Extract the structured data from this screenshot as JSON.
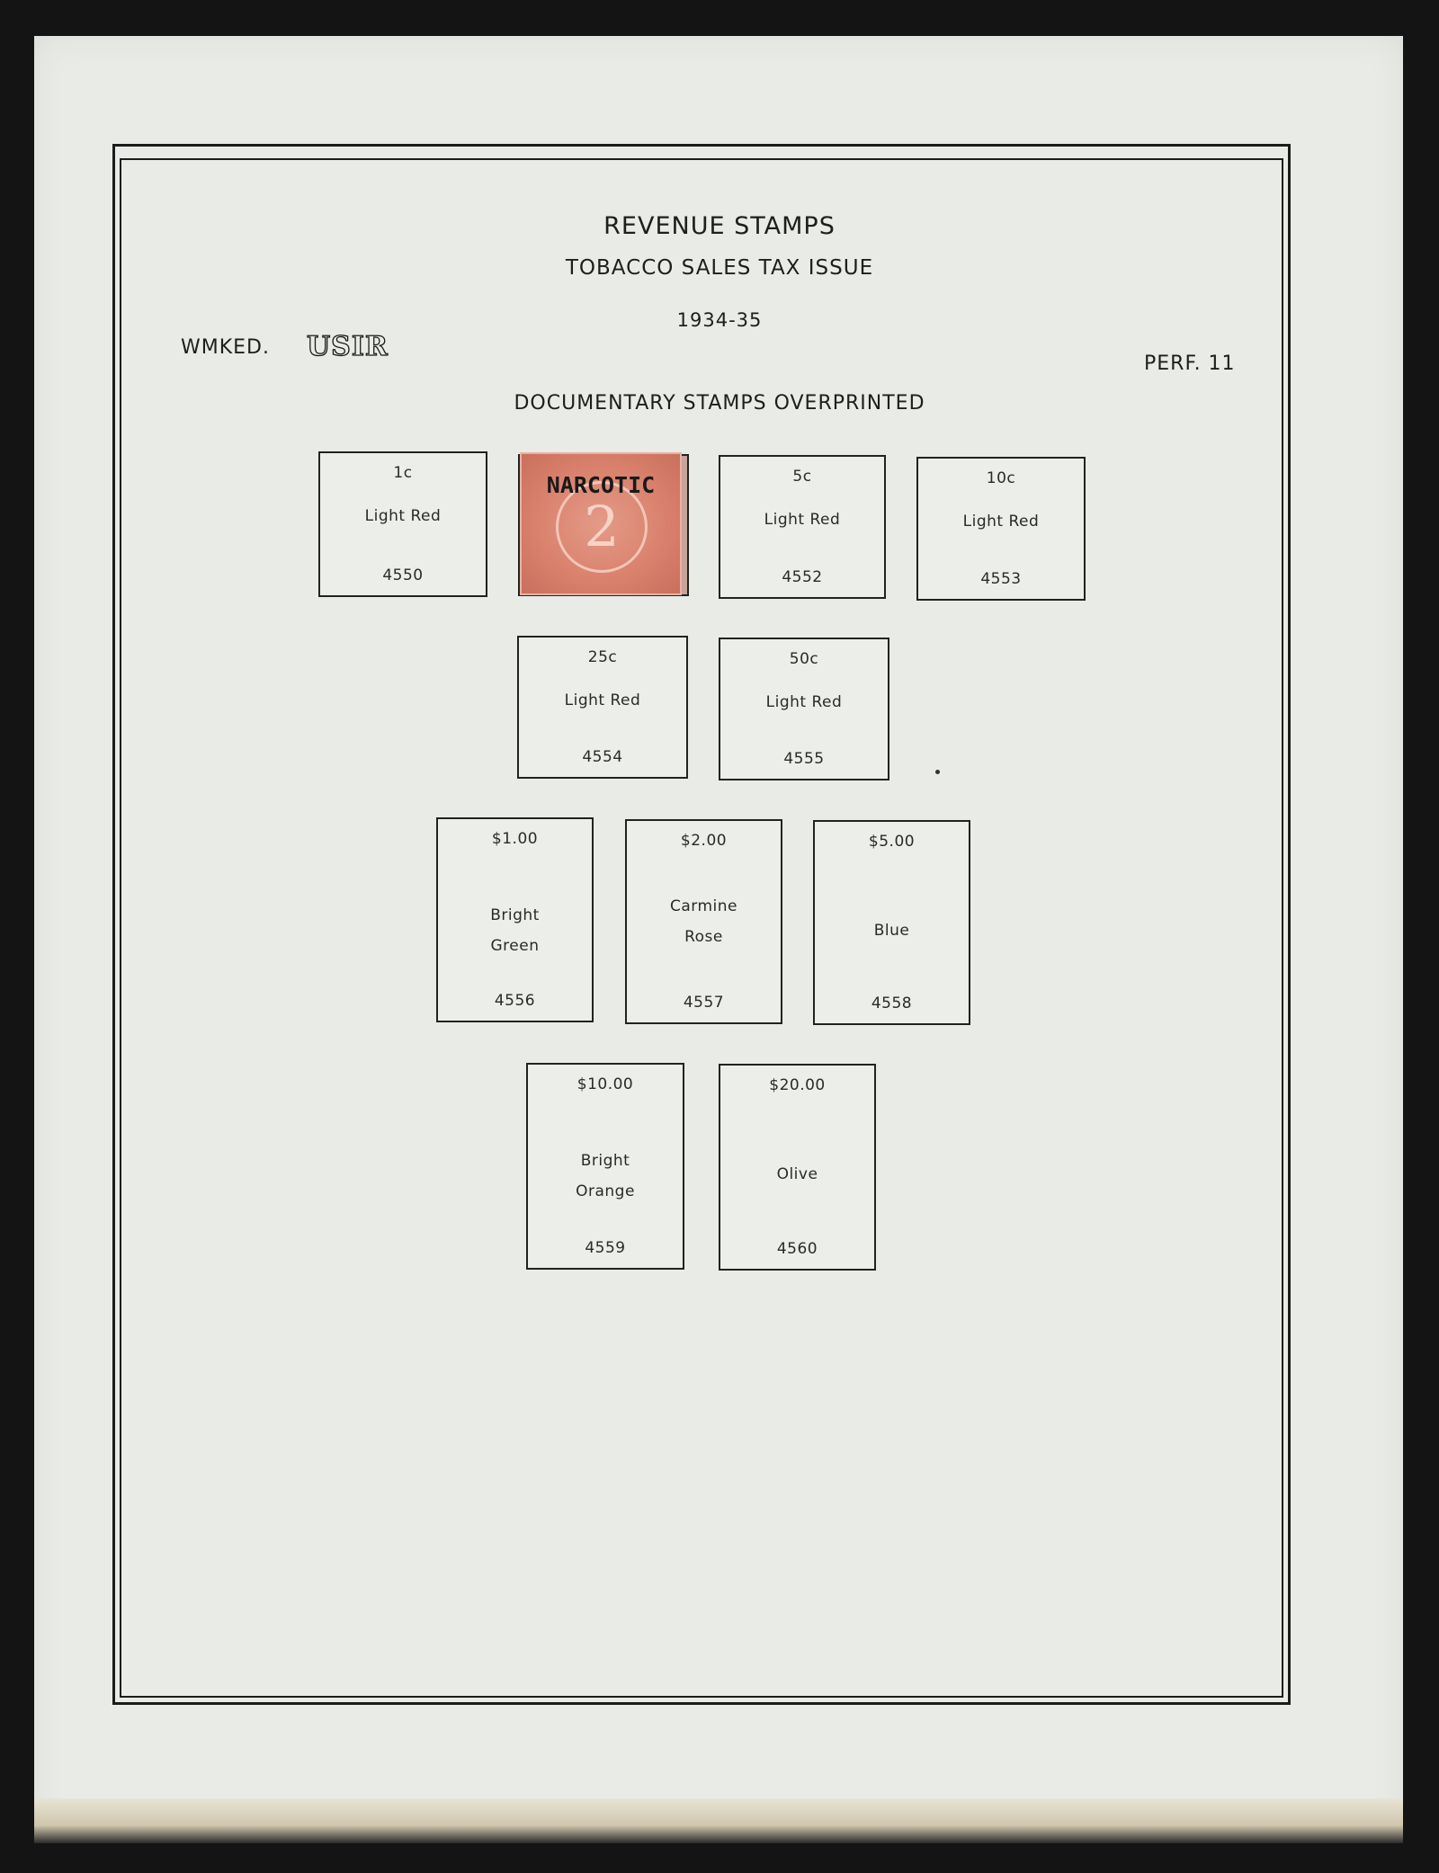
{
  "header": {
    "title": "REVENUE STAMPS",
    "subtitle": "TOBACCO SALES TAX ISSUE",
    "years": "1934-35",
    "watermark_label": "WMKED.",
    "watermark_mark": "USIR",
    "perforation": "PERF. 11",
    "section_title": "DOCUMENTARY STAMPS OVERPRINTED"
  },
  "mounted_stamp": {
    "overprint": "NARCOTIC",
    "numeral": "2",
    "color": "#d9806c"
  },
  "stamps": [
    {
      "value": "1c",
      "color_lines": [
        "Light Red"
      ],
      "number": "4550"
    },
    {
      "value": "5c",
      "color_lines": [
        "Light Red"
      ],
      "number": "4552"
    },
    {
      "value": "10c",
      "color_lines": [
        "Light Red"
      ],
      "number": "4553"
    },
    {
      "value": "25c",
      "color_lines": [
        "Light Red"
      ],
      "number": "4554"
    },
    {
      "value": "50c",
      "color_lines": [
        "Light Red"
      ],
      "number": "4555"
    },
    {
      "value": "$1.00",
      "color_lines": [
        "Bright",
        "Green"
      ],
      "number": "4556"
    },
    {
      "value": "$2.00",
      "color_lines": [
        "Carmine",
        "Rose"
      ],
      "number": "4557"
    },
    {
      "value": "$5.00",
      "color_lines": [
        "Blue"
      ],
      "number": "4558"
    },
    {
      "value": "$10.00",
      "color_lines": [
        "Bright",
        "Orange"
      ],
      "number": "4559"
    },
    {
      "value": "$20.00",
      "color_lines": [
        "Olive"
      ],
      "number": "4560"
    }
  ]
}
